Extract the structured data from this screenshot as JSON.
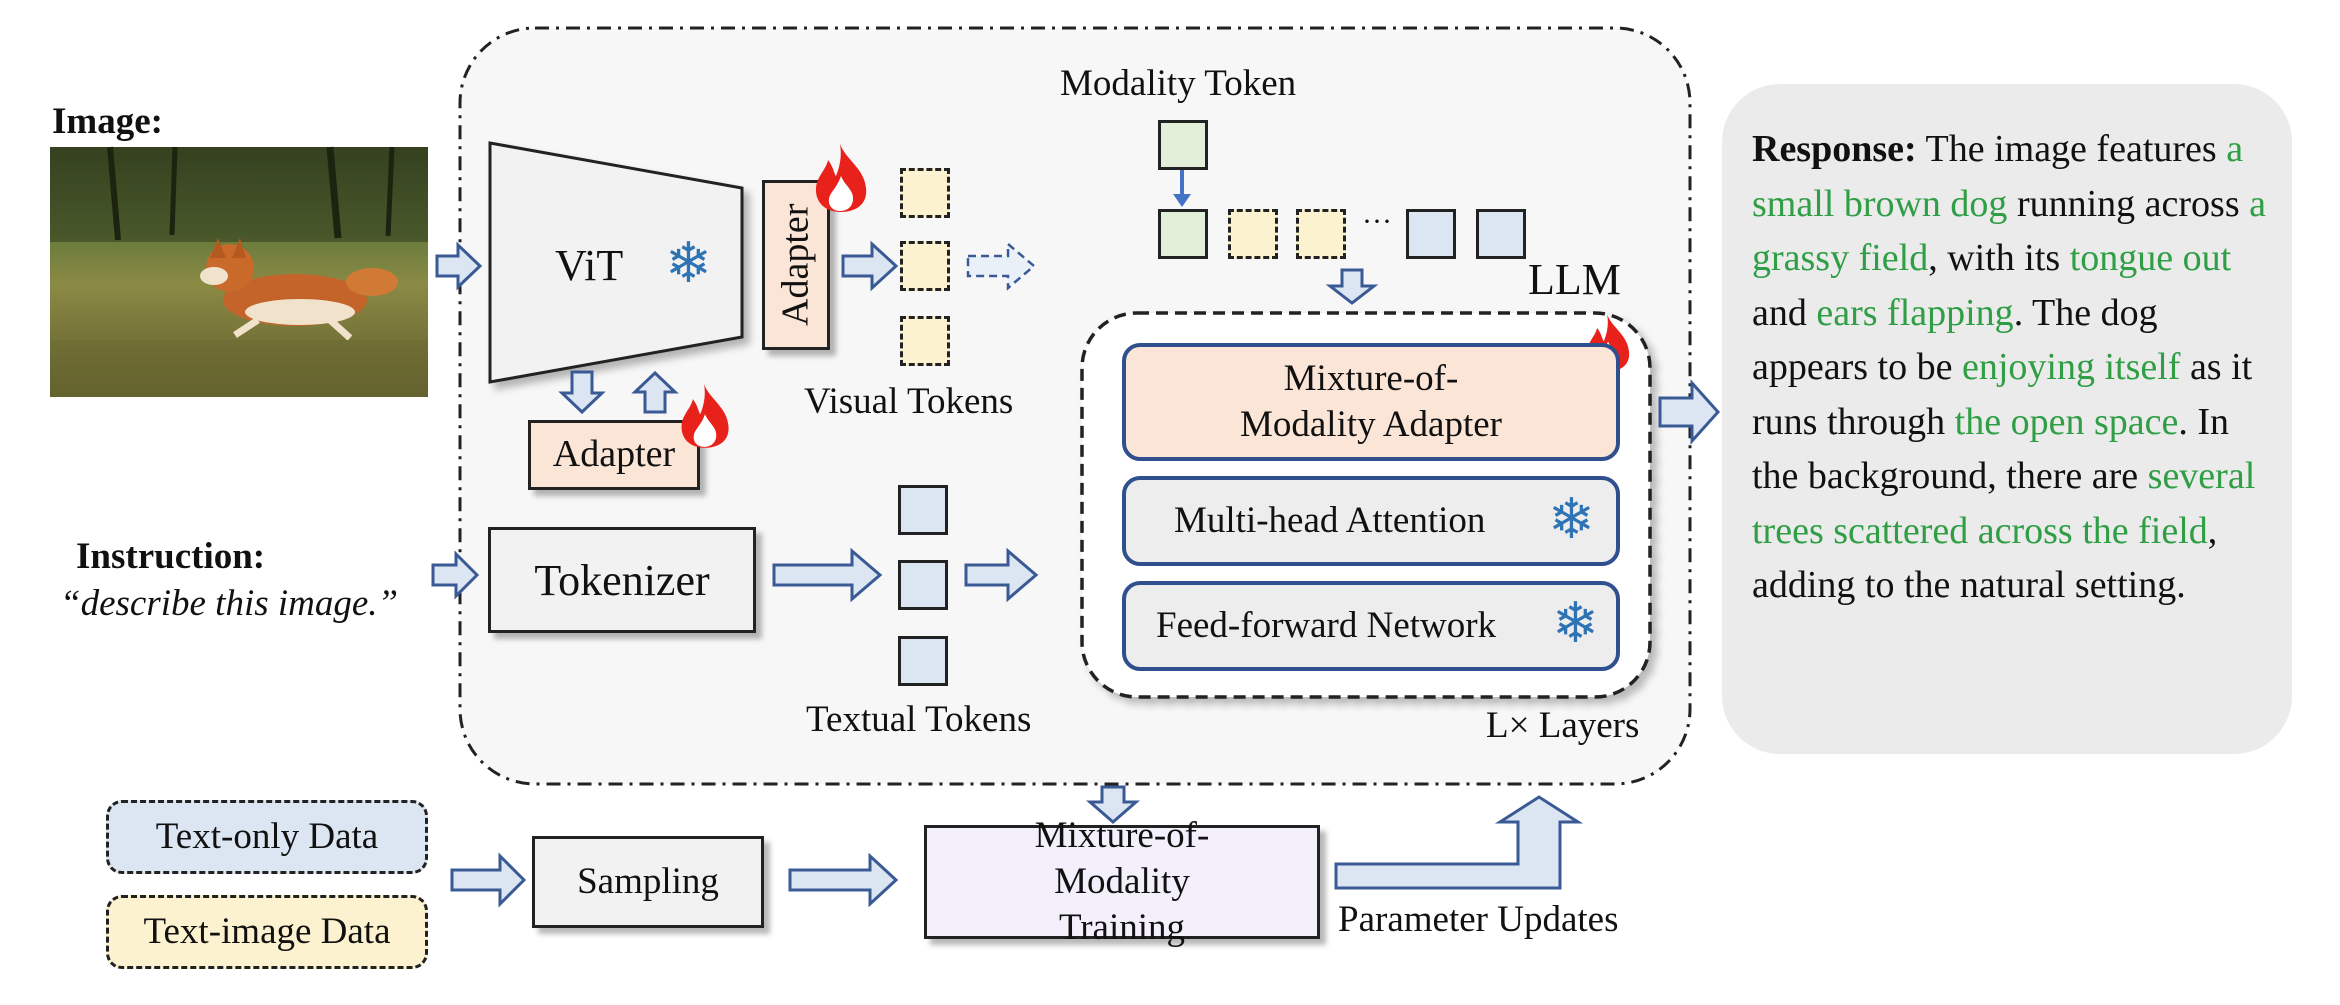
{
  "image_section": {
    "label": "Image:"
  },
  "instruction_section": {
    "label": "Instruction:",
    "text": "“describe this image.”"
  },
  "vit": {
    "label": "ViT"
  },
  "adapters": {
    "vertical": "Adapter",
    "bottom": "Adapter"
  },
  "tokens": {
    "visual_label": "Visual Tokens",
    "textual_label": "Textual Tokens",
    "modality_label": "Modality Token",
    "ellipsis": "···"
  },
  "tokenizer": {
    "label": "Tokenizer"
  },
  "llm": {
    "label": "LLM",
    "layers": [
      "Mixture-of-Modality Adapter",
      "Multi-head Attention",
      "Feed-forward Network"
    ],
    "repeat_label": "L× Layers"
  },
  "data_sources": [
    "Text-only Data",
    "Text-image Data"
  ],
  "sampling": {
    "label": "Sampling"
  },
  "training": {
    "label": "Mixture-of-Modality Training"
  },
  "parameter_updates": {
    "label": "Parameter Updates"
  },
  "response": {
    "heading": "Response:",
    "segments": [
      {
        "text": " The image features ",
        "highlight": false
      },
      {
        "text": "a small brown dog",
        "highlight": true
      },
      {
        "text": " running across ",
        "highlight": false
      },
      {
        "text": "a grassy field",
        "highlight": true
      },
      {
        "text": ", with its ",
        "highlight": false
      },
      {
        "text": "tongue out",
        "highlight": true
      },
      {
        "text": " and ",
        "highlight": false
      },
      {
        "text": "ears flapping",
        "highlight": true
      },
      {
        "text": ". The dog appears to be ",
        "highlight": false
      },
      {
        "text": "enjoying itself",
        "highlight": true
      },
      {
        "text": " as it runs through ",
        "highlight": false
      },
      {
        "text": "the open space",
        "highlight": true
      },
      {
        "text": ". In the background, there are ",
        "highlight": false
      },
      {
        "text": "several trees scattered across the field",
        "highlight": true
      },
      {
        "text": ", adding to the natural setting.",
        "highlight": false
      }
    ]
  },
  "colors": {
    "highlight": "#2f9e44",
    "arrow_fill": "#dce6f2",
    "arrow_stroke": "#3a5a95",
    "adapter_fill": "#fbe5d6",
    "frozen_icon": "#2e74b5",
    "visual_token": "#fdf2cf",
    "textual_token": "#dce6f2",
    "modality_token": "#e2f0d9"
  },
  "icons": {
    "frozen": "snowflake-icon",
    "trainable": "fire-icon"
  }
}
